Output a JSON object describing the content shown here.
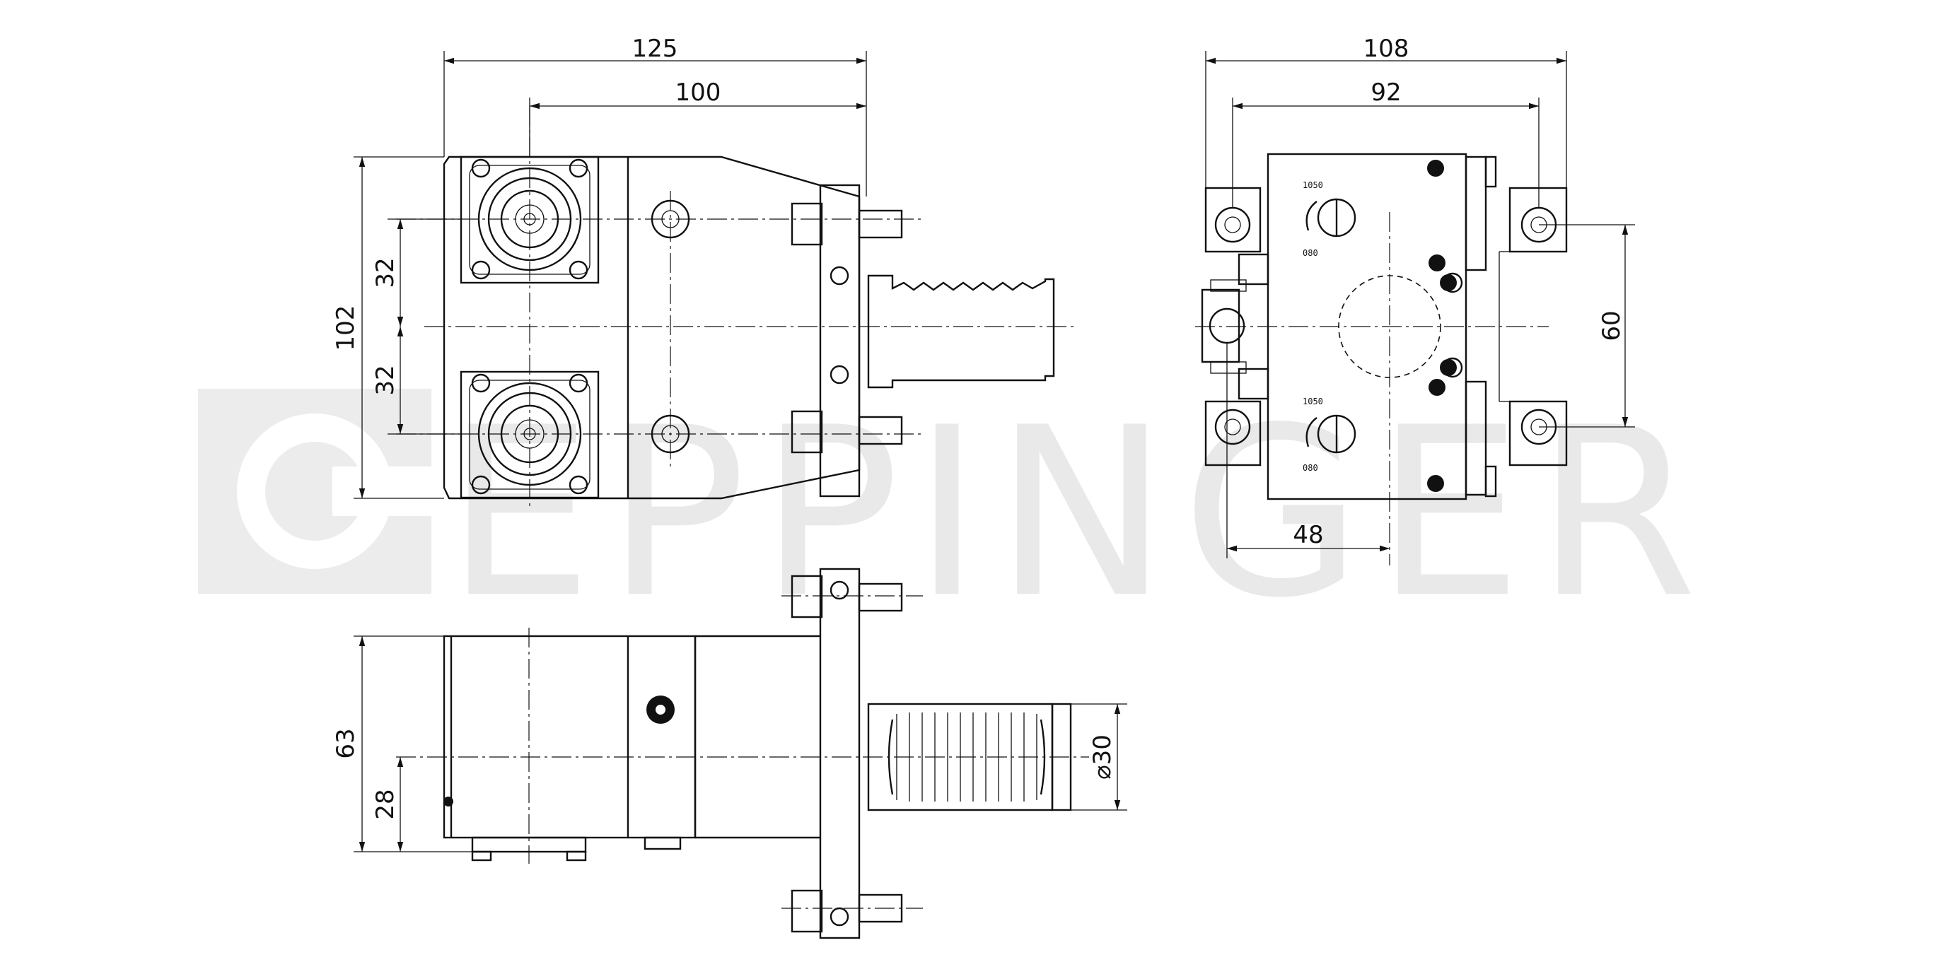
{
  "watermark": {
    "brand_text": "EPPINGER",
    "color": "#e9e9e9"
  },
  "dimensions": {
    "front_width_overall": "125",
    "front_width_inner": "100",
    "front_height_overall": "102",
    "front_offset_upper": "32",
    "front_offset_lower": "32",
    "side_width_overall": "108",
    "side_width_inner": "92",
    "side_height_center": "60",
    "side_offset_bottom": "48",
    "bottom_height_overall": "63",
    "bottom_height_axis": "28",
    "shank_diameter": "⌀30"
  },
  "side_view_markings": {
    "top_label_a": "1050",
    "top_label_b": "080",
    "bottom_label_a": "1050",
    "bottom_label_b": "080"
  },
  "colors": {
    "line": "#111111",
    "background": "#ffffff"
  }
}
